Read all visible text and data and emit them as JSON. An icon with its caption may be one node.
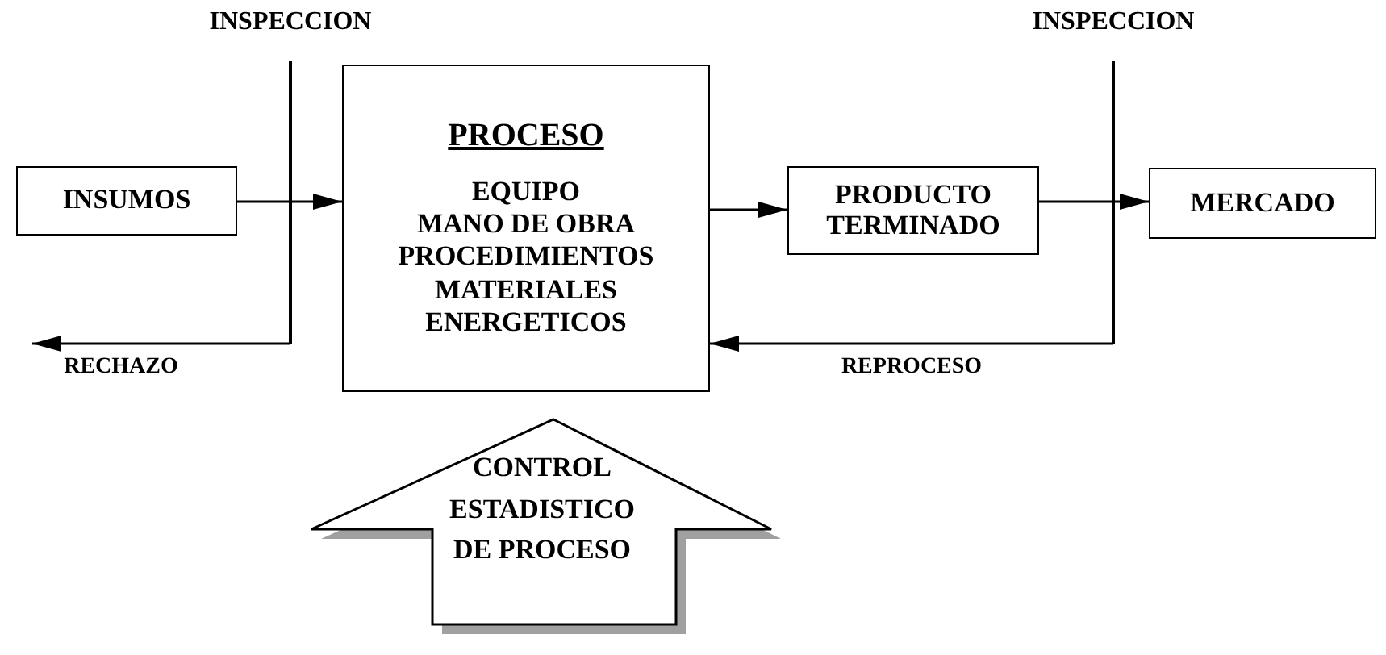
{
  "diagram": {
    "nodes": [
      {
        "text": [
          "INSPECCION"
        ]
      },
      {
        "text": [
          "INSPECCION"
        ]
      },
      {
        "text": [
          "INSUMOS"
        ]
      },
      {
        "text": [
          "PROCESO",
          "EQUIPO",
          "MANO DE OBRA",
          "PROCEDIMIENTOS",
          "MATERIALES",
          "ENERGETICOS"
        ]
      },
      {
        "text": [
          "PRODUCTO TERMINADO"
        ]
      },
      {
        "text": [
          "MERCADO"
        ]
      },
      {
        "text": [
          "CONTROL ESTADISTICO DE PROCESO"
        ]
      }
    ],
    "edges": [
      {
        "from": 2,
        "to": 3,
        "arrow": "to"
      },
      {
        "from": 3,
        "to": 4,
        "arrow": "to"
      },
      {
        "from": 4,
        "to": 5,
        "arrow": "to"
      },
      {
        "from": 0,
        "to": null,
        "arrow": "to",
        "label": "RECHAZO"
      },
      {
        "from": 1,
        "to": 3,
        "arrow": "to",
        "label": "REPROCESO"
      }
    ]
  }
}
